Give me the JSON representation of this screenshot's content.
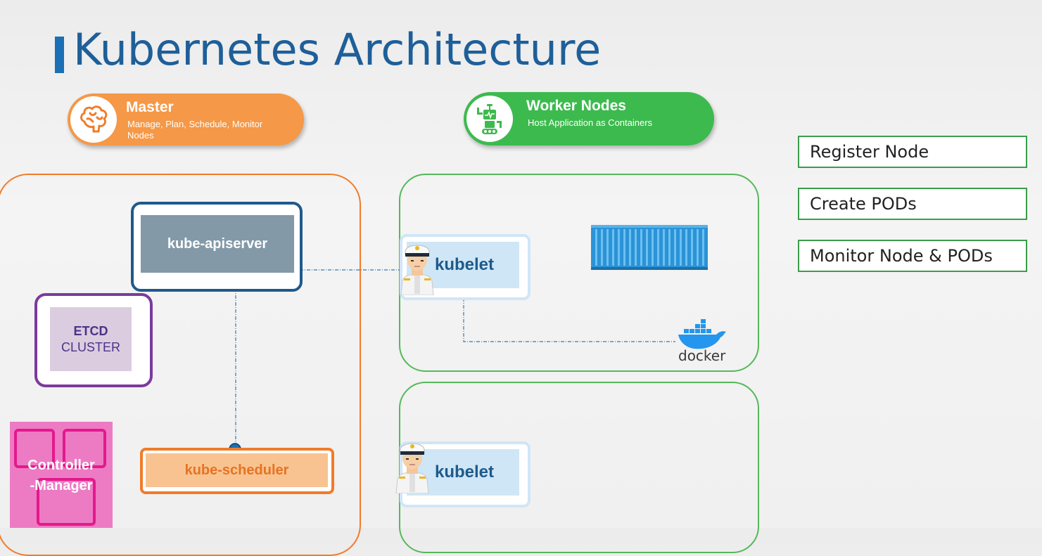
{
  "title": "Kubernetes Architecture",
  "master": {
    "label": "Master",
    "subtitle": "Manage, Plan, Schedule, Monitor Nodes",
    "icon": "brain-icon",
    "color": "#f59847"
  },
  "worker": {
    "label": "Worker Nodes",
    "subtitle": "Host Application as Containers",
    "icon": "robot-icon",
    "color": "#3dba4e"
  },
  "components": {
    "apiserver": "kube-apiserver",
    "etcd_line1": "ETCD",
    "etcd_line2": "CLUSTER",
    "controller_line1": "Controller",
    "controller_line2": "-Manager",
    "scheduler": "kube-scheduler"
  },
  "nodes": [
    {
      "kubelet": "kubelet",
      "icon": "captain-icon"
    },
    {
      "kubelet": "kubelet",
      "icon": "captain-icon"
    }
  ],
  "docker_label": "docker",
  "kubelet_tasks": [
    "Register Node",
    "Create PODs",
    "Monitor Node & PODs"
  ]
}
